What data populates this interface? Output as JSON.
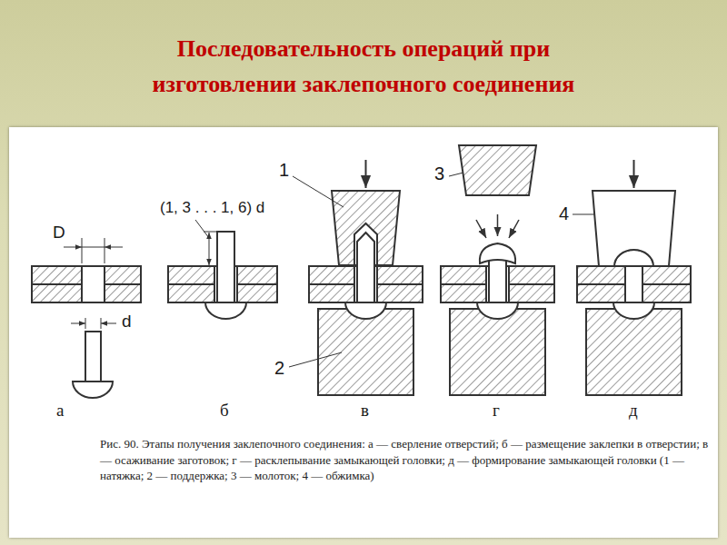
{
  "diagram": {
    "title": "Последовательность операций при изготовлении заклепочного соединения",
    "caption": "Рис. 90. Этапы получения заклепочного соединения: а — сверление отверстий; б — размещение заклепки в отверстии; в — осаживание заготовок; г — расклепывание замыкающей головки; д — формирование замыкающей головки (1 — натяжка; 2 — поддержка; 3 — молоток; 4 — обжимка)",
    "labels": [
      "D",
      "d",
      "(1, 3 . . . 1, 6) d",
      "1",
      "2",
      "3",
      "4",
      "а",
      "б",
      "в",
      "г",
      "д"
    ]
  }
}
